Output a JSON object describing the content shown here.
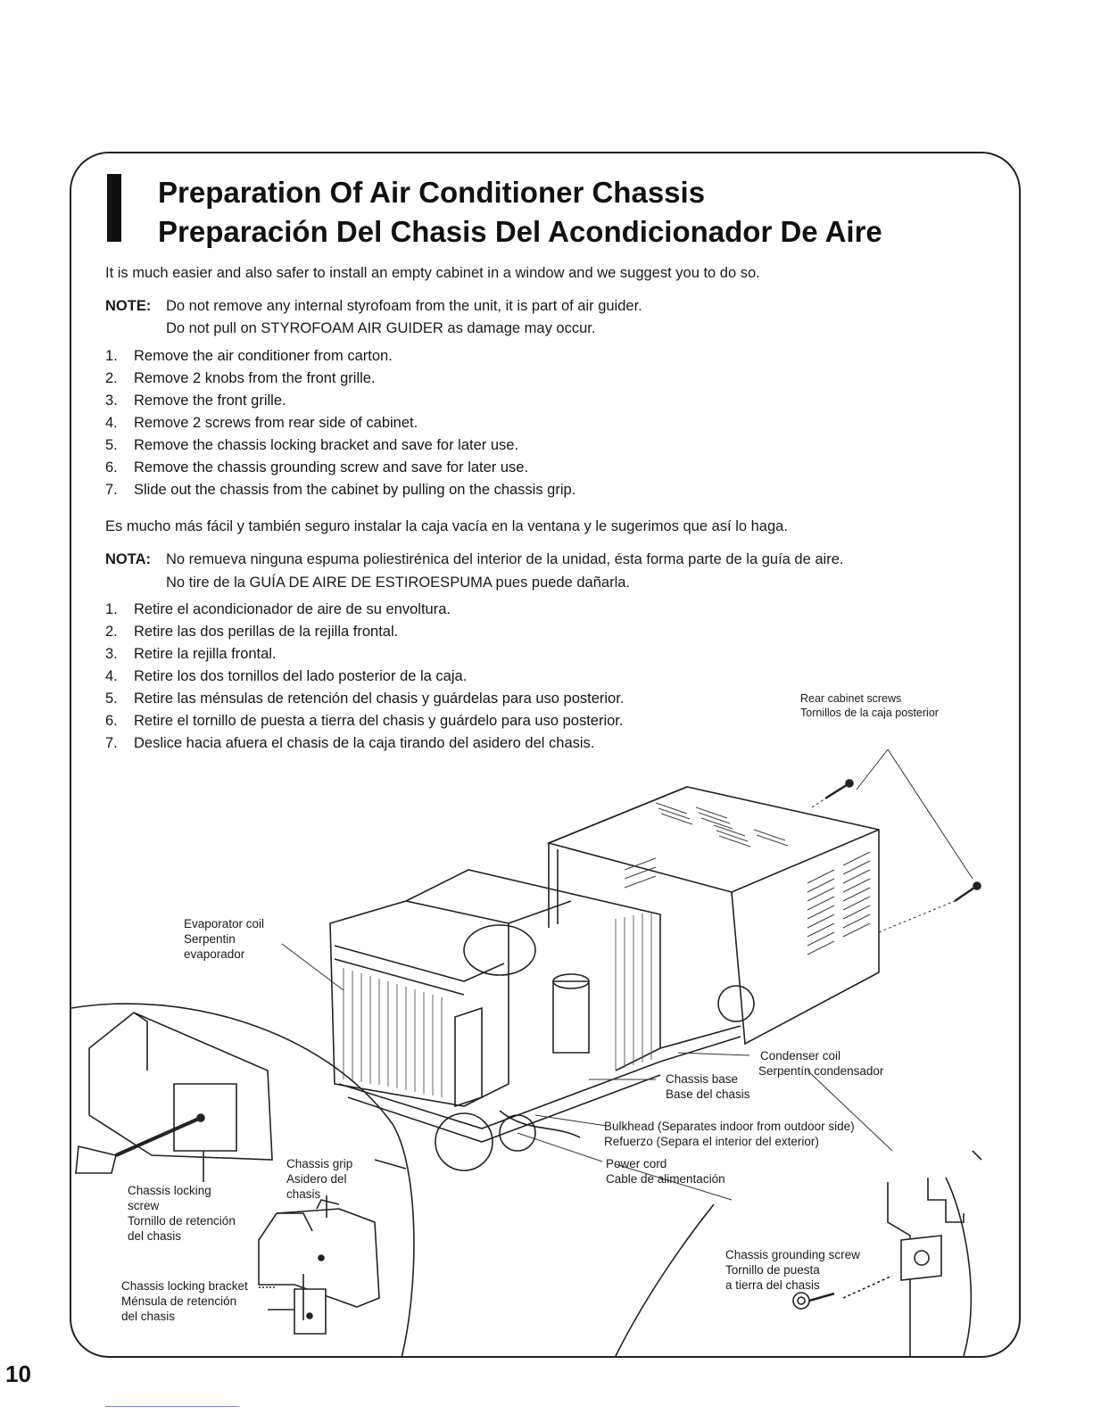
{
  "section": {
    "title_en": "Preparation Of Air Conditioner Chassis",
    "title_es": "Preparación Del Chasis Del  Acondicionador De Aire"
  },
  "english": {
    "intro": "It is much easier and also safer to install an empty cabinet in a window and we suggest you to do so.",
    "note_label": "NOTE:",
    "note_line1": "Do not remove any internal styrofoam from the unit, it is part of air guider.",
    "note_line2": "Do not pull on STYROFOAM AIR GUIDER as damage may occur.",
    "steps": [
      {
        "num": "1.",
        "text": "Remove the air conditioner from carton."
      },
      {
        "num": "2.",
        "text": "Remove 2 knobs from the front grille."
      },
      {
        "num": "3.",
        "text": "Remove the front grille."
      },
      {
        "num": "4.",
        "text": "Remove 2 screws from rear side of cabinet."
      },
      {
        "num": "5.",
        "text": "Remove the chassis locking bracket and save for later use."
      },
      {
        "num": "6.",
        "text": "Remove the chassis grounding screw and save for later use."
      },
      {
        "num": "7.",
        "text": "Slide out the chassis from the cabinet by pulling on the chassis grip."
      }
    ]
  },
  "spanish": {
    "intro": "Es mucho más fácil y también seguro instalar la caja vacía en la ventana y le sugerimos que así lo haga.",
    "note_label": "NOTA:",
    "note_line1": "No remueva ninguna espuma poliestirénica del interior de la unidad, ésta forma parte de la guía de aire.",
    "note_line2": "No tire de la GUÍA DE AIRE DE ESTIROESPUMA pues puede dañarla.",
    "steps": [
      {
        "num": "1.",
        "text": "Retire el acondicionador de aire de su envoltura."
      },
      {
        "num": "2.",
        "text": "Retire las dos perillas de la rejilla frontal."
      },
      {
        "num": "3.",
        "text": "Retire la rejilla frontal."
      },
      {
        "num": "4.",
        "text": "Retire los dos tornillos del lado posterior de la caja."
      },
      {
        "num": "5.",
        "text": "Retire las ménsulas de retención del chasis y guárdelas para uso posterior."
      },
      {
        "num": "6.",
        "text": "Retire el tornillo de puesta a tierra del chasis y guárdelo para uso posterior."
      },
      {
        "num": "7.",
        "text": "Deslice hacia afuera el chasis de la caja tirando del asidero del chasis."
      }
    ]
  },
  "labels": {
    "rear_screws_en": "Rear cabinet screws",
    "rear_screws_es": "Tornillos de la caja posterior",
    "evaporator_en": "Evaporator coil",
    "evaporator_es1": "Serpentin",
    "evaporator_es2": "evaporador",
    "condenser_en": "Condenser coil",
    "condenser_es": "Serpentín condensador",
    "chassis_base_en": "Chassis base",
    "chassis_base_es": "Base del chasis",
    "bulkhead_en": "Bulkhead (Separates indoor from outdoor side)",
    "bulkhead_es": "Refuerzo (Separa el interior del exterior)",
    "power_cord_en": "Power cord",
    "power_cord_es": "Cable de alimentación",
    "chassis_grip_en": "Chassis grip",
    "chassis_grip_es1": "Asidero del",
    "chassis_grip_es2": "chasis",
    "locking_screw_en1": "Chassis locking",
    "locking_screw_en2": "screw",
    "locking_screw_es1": "Tornillo de retención",
    "locking_screw_es2": "del chasis",
    "locking_bracket_en": "Chassis locking bracket",
    "locking_bracket_es1": "Ménsula de retención",
    "locking_bracket_es2": "del chasis",
    "grounding_en": "Chassis grounding screw",
    "grounding_es1": "Tornillo de puesta",
    "grounding_es2": "a tierra del chasis"
  },
  "page": {
    "number": "10"
  }
}
